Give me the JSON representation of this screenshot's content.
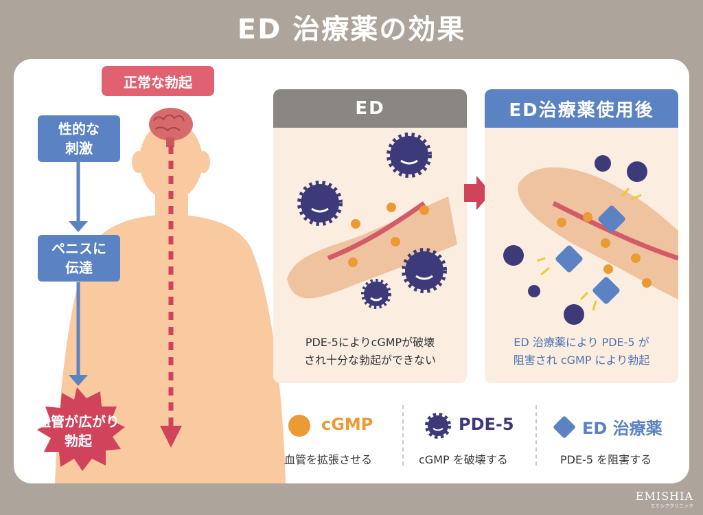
{
  "title": "ED 治療薬の効果",
  "body_side": {
    "normal_erection_label": "正常な勃起",
    "step1": "性的な\n刺激",
    "step2": "ペニスに\n伝達",
    "result": "血管が広がり\n勃起"
  },
  "panel_ed": {
    "header": "ED",
    "caption": "PDE-5によりcGMPが破壊\nされ十分な勃起ができない"
  },
  "panel_after": {
    "header": "ED治療薬使用後",
    "caption": "ED 治療薬により PDE-5 が\n阻害され cGMP により勃起"
  },
  "legend": [
    {
      "label": "cGMP",
      "desc": "血管を拡張させる",
      "color": "#eb9a34"
    },
    {
      "label": "PDE-5",
      "desc": "cGMP を破壊する",
      "color": "#3d3a7a"
    },
    {
      "label": "ED 治療薬",
      "desc": "PDE-5 を阻害する",
      "color": "#5b82c2"
    }
  ],
  "logo": {
    "name": "EMISHIA",
    "sub": "エミシアクリニック"
  },
  "colors": {
    "accent_pink": "#e0616f",
    "accent_blue": "#5b82c2",
    "panel_gray": "#8a8682",
    "skin": "#f9c9a0"
  }
}
